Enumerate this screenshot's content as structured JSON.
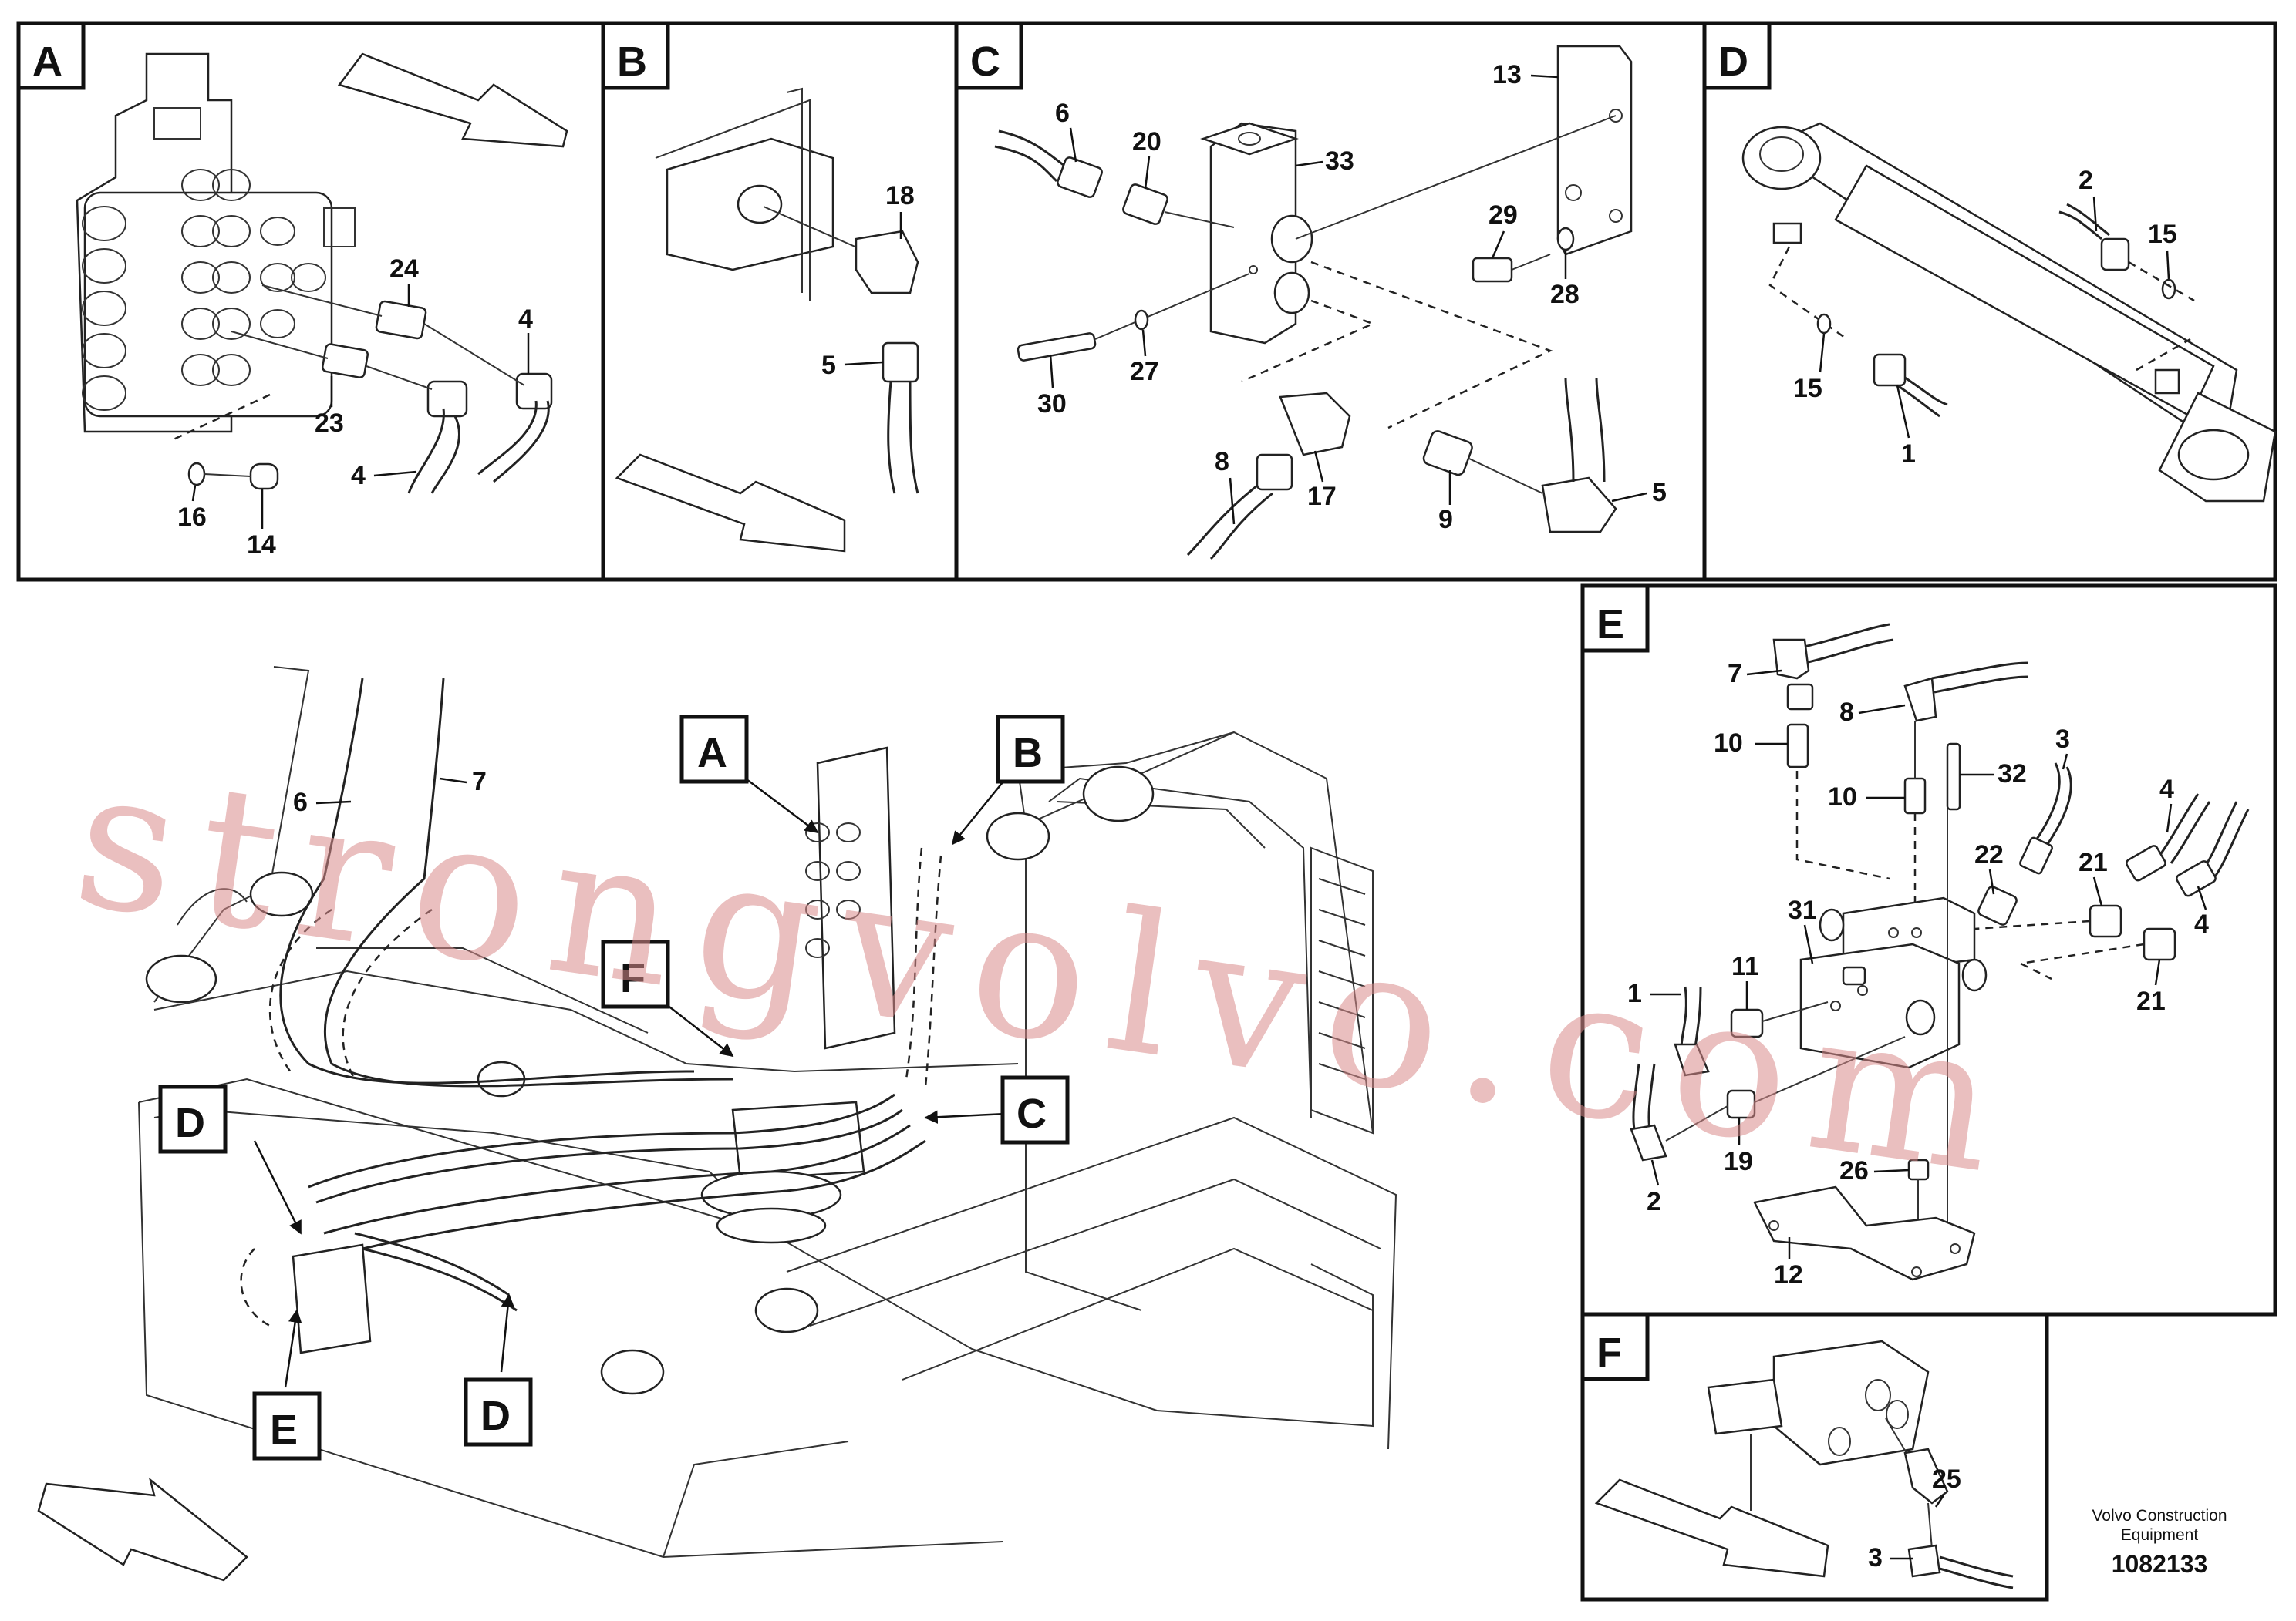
{
  "panels": {
    "A": {
      "letter": "A",
      "labels": [
        "24",
        "4",
        "23",
        "4",
        "16",
        "14"
      ]
    },
    "B": {
      "letter": "B",
      "labels": [
        "18",
        "5"
      ]
    },
    "C": {
      "letter": "C",
      "labels": [
        "6",
        "20",
        "33",
        "13",
        "29",
        "28",
        "27",
        "30",
        "8",
        "17",
        "9",
        "5"
      ]
    },
    "D": {
      "letter": "D",
      "labels": [
        "2",
        "15",
        "15",
        "1"
      ]
    },
    "E": {
      "letter": "E",
      "labels": [
        "7",
        "8",
        "10",
        "10",
        "32",
        "3",
        "4",
        "22",
        "21",
        "4",
        "31",
        "11",
        "1",
        "21",
        "2",
        "19",
        "26",
        "12"
      ]
    },
    "F": {
      "letter": "F",
      "labels": [
        "25",
        "3"
      ]
    }
  },
  "main": {
    "callouts": [
      "A",
      "B",
      "F",
      "D",
      "C",
      "E",
      "D"
    ],
    "labels": [
      "6",
      "7"
    ]
  },
  "watermark": "strongvolvo.com",
  "footer": {
    "company_line1": "Volvo Construction",
    "company_line2": "Equipment",
    "drawing_no": "1082133"
  }
}
